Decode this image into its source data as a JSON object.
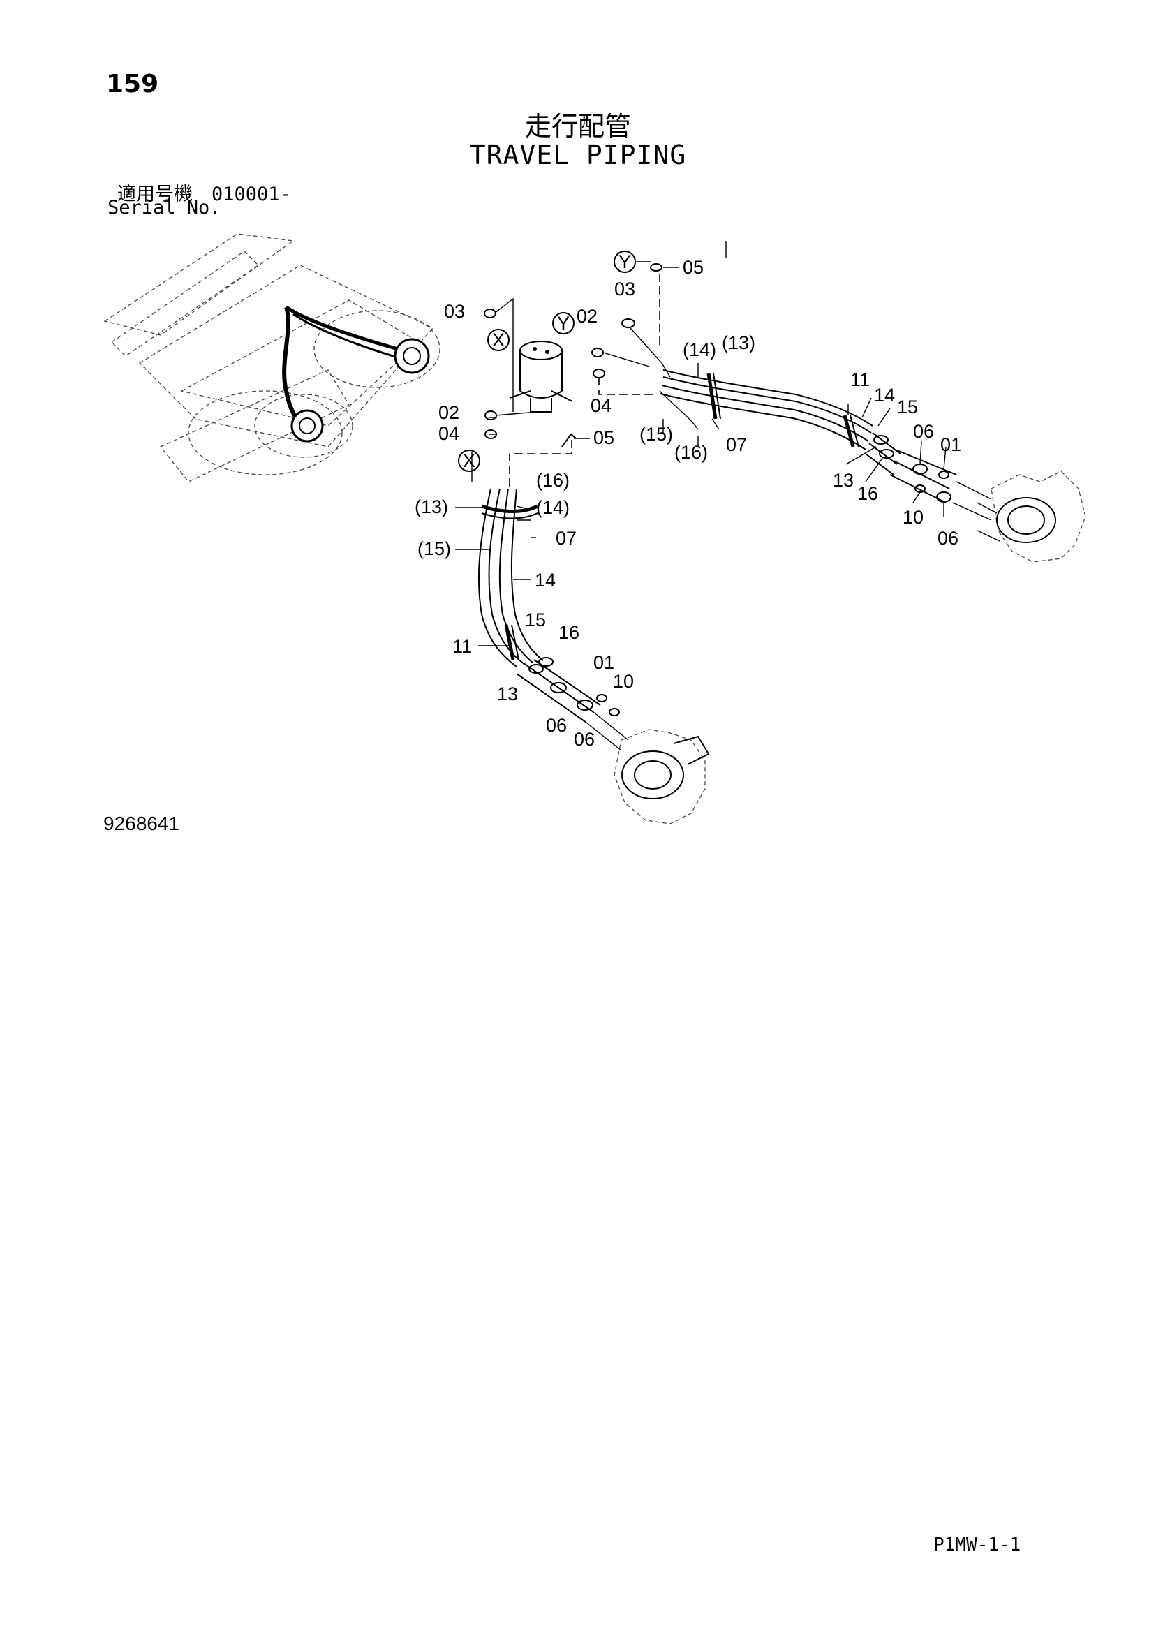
{
  "page_number": "159",
  "title_jp": "走行配管",
  "title_en": "TRAVEL PIPING",
  "serial_label_jp": "適用号機　010001-",
  "serial_label_en": "Serial No.",
  "drawing_number": "9268641",
  "footer_code": "P1MW-1-1",
  "markers": {
    "x": "X",
    "y": "Y"
  },
  "callouts": {
    "c01": "01",
    "c02": "02",
    "c03": "03",
    "c04": "04",
    "c05": "05",
    "c06": "06",
    "c07": "07",
    "c10": "10",
    "c11": "11",
    "c13": "13",
    "c14": "14",
    "c15": "15",
    "c16": "16",
    "p13": "(13)",
    "p14": "(14)",
    "p15": "(15)",
    "p16": "(16)"
  }
}
